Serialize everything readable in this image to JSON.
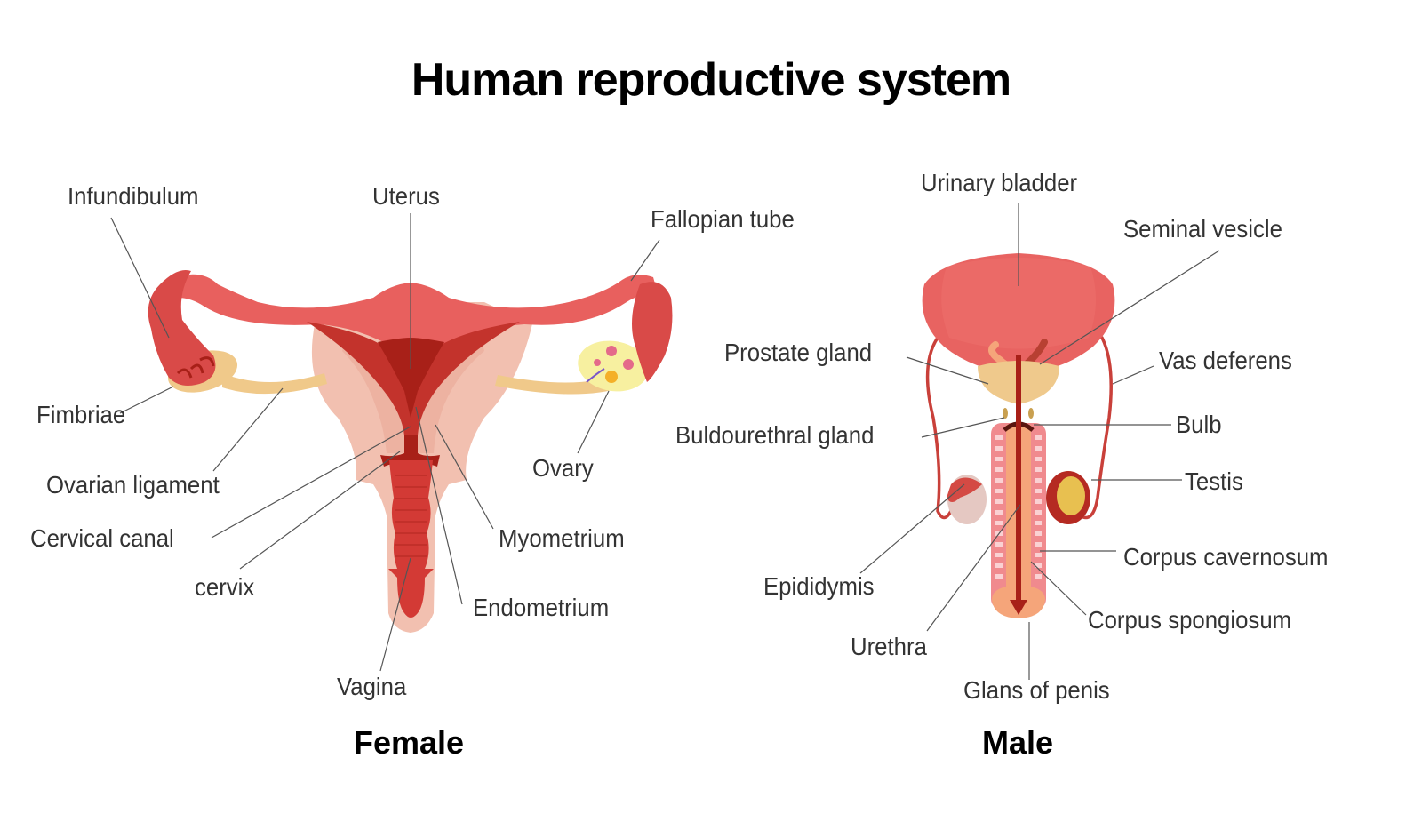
{
  "title": "Human reproductive system",
  "colors": {
    "tissue_red": "#e8605e",
    "dark_red": "#a82018",
    "mid_red": "#d33a35",
    "pink_tissue": "#f2c0b0",
    "ligament_yellow": "#f0c98a",
    "glans_orange": "#f5a57a",
    "bladder": "#e86361",
    "prostate": "#efc98c",
    "corpus_pink": "#f08a8e",
    "text": "#333333"
  },
  "female": {
    "heading": "Female",
    "labels": {
      "infundibulum": "Infundibulum",
      "uterus": "Uterus",
      "fallopian_tube": "Fallopian tube",
      "fimbriae": "Fimbriae",
      "ovary": "Ovary",
      "ovarian_ligament": "Ovarian ligament",
      "cervical_canal": "Cervical canal",
      "myometrium": "Myometrium",
      "cervix": "cervix",
      "endometrium": "Endometrium",
      "vagina": "Vagina"
    }
  },
  "male": {
    "heading": "Male",
    "labels": {
      "urinary_bladder": "Urinary bladder",
      "seminal_vesicle": "Seminal vesicle",
      "prostate_gland": "Prostate gland",
      "vas_deferens": "Vas deferens",
      "buldourethral_gland": "Buldourethral gland",
      "bulb": "Bulb",
      "testis": "Testis",
      "corpus_cavernosum": "Corpus cavernosum",
      "epididymis": "Epididymis",
      "corpus_spongiosum": "Corpus spongiosum",
      "urethra": "Urethra",
      "glans_of_penis": "Glans of penis"
    }
  }
}
